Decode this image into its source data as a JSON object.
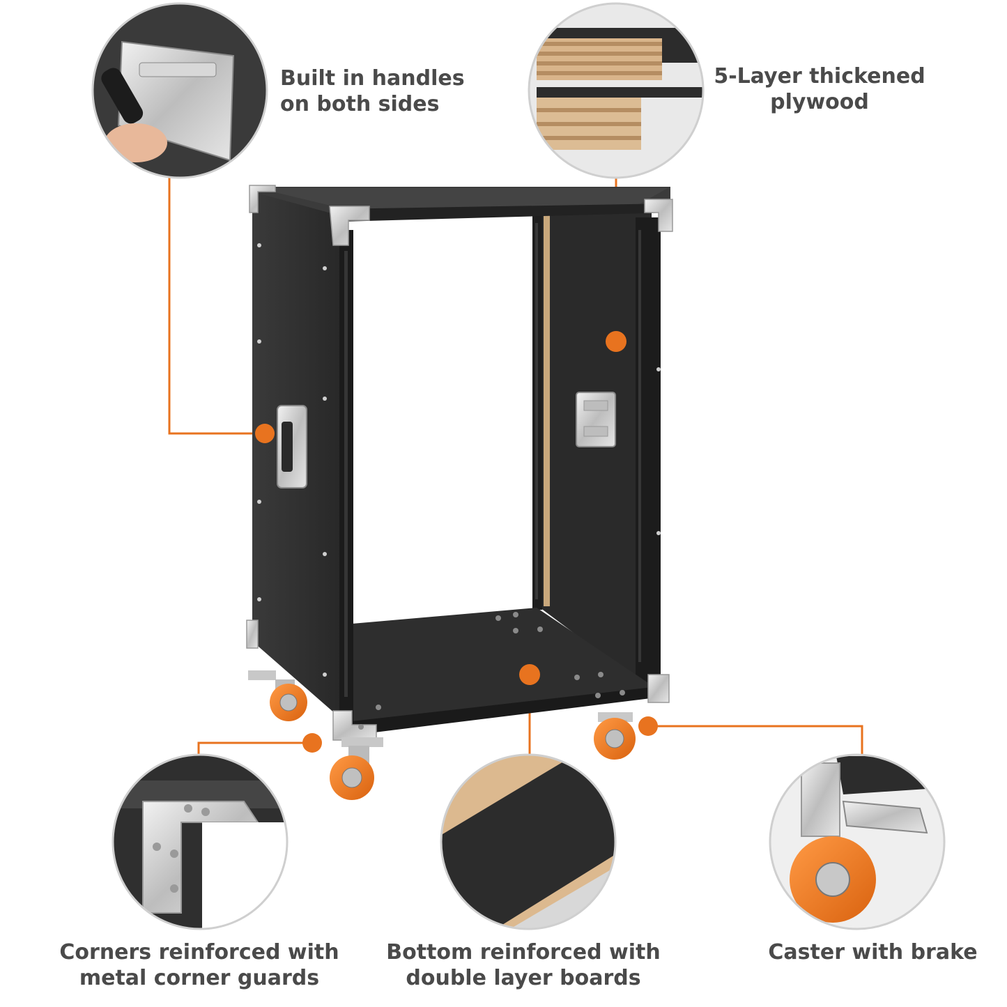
{
  "callouts": {
    "handles": {
      "line1": "Built in handles",
      "line2": "on both sides"
    },
    "plywood": {
      "line1": "5-Layer thickened",
      "line2": "plywood"
    },
    "corners": {
      "line1": "Corners reinforced with",
      "line2": "metal corner guards"
    },
    "bottom": {
      "line1": "Bottom reinforced with",
      "line2": "double layer boards"
    },
    "caster": {
      "line1": "Caster with brake"
    }
  },
  "colors": {
    "accent": "#e8731f",
    "text": "#4a4a4a",
    "cabinet": "#2b2b2b",
    "caster_wheel": "#f07a22"
  }
}
